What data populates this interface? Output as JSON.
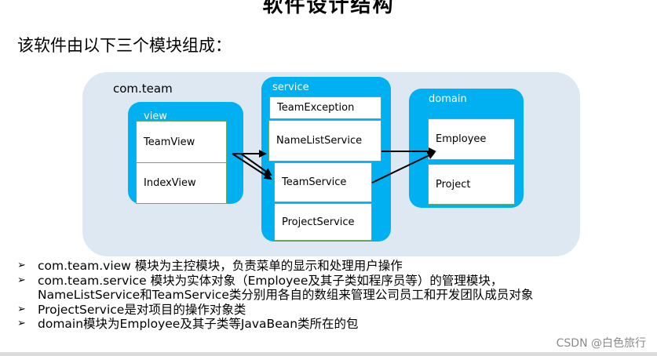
{
  "title": "软件设计结构",
  "intro": "该软件由以下三个模块组成：",
  "diagram": {
    "outer_package": "com.team",
    "view": {
      "label": "view",
      "classes": [
        "TeamView",
        "IndexView"
      ]
    },
    "service": {
      "label": "service",
      "classes": [
        "TeamException",
        "NameListService",
        "TeamService",
        "ProjectService"
      ]
    },
    "domain": {
      "label": "domain",
      "classes": [
        "Employee",
        "Project"
      ]
    }
  },
  "bullets": [
    {
      "marker": "➢",
      "lines": [
        " com.team.view   模块为主控模块，负责菜单的显示和处理用户操作"
      ]
    },
    {
      "marker": "➢",
      "lines": [
        "com.team.service  模块为实体对象（Employee及其子类如程序员等）的管理模块，",
        "NameListService和TeamService类分别用各自的数组来管理公司员工和开发团队成员对象"
      ]
    },
    {
      "marker": "➢",
      "lines": [
        "ProjectService是对项目的操作对象类"
      ]
    },
    {
      "marker": "➢",
      "lines": [
        " domain模块为Employee及其子类等JavaBean类所在的包"
      ]
    }
  ],
  "watermark": "CSDN @白色旅行",
  "colors": {
    "package_fill": "#00b0f0",
    "outer_fill": "#dde8f3",
    "class_border": "#6fa85e"
  }
}
